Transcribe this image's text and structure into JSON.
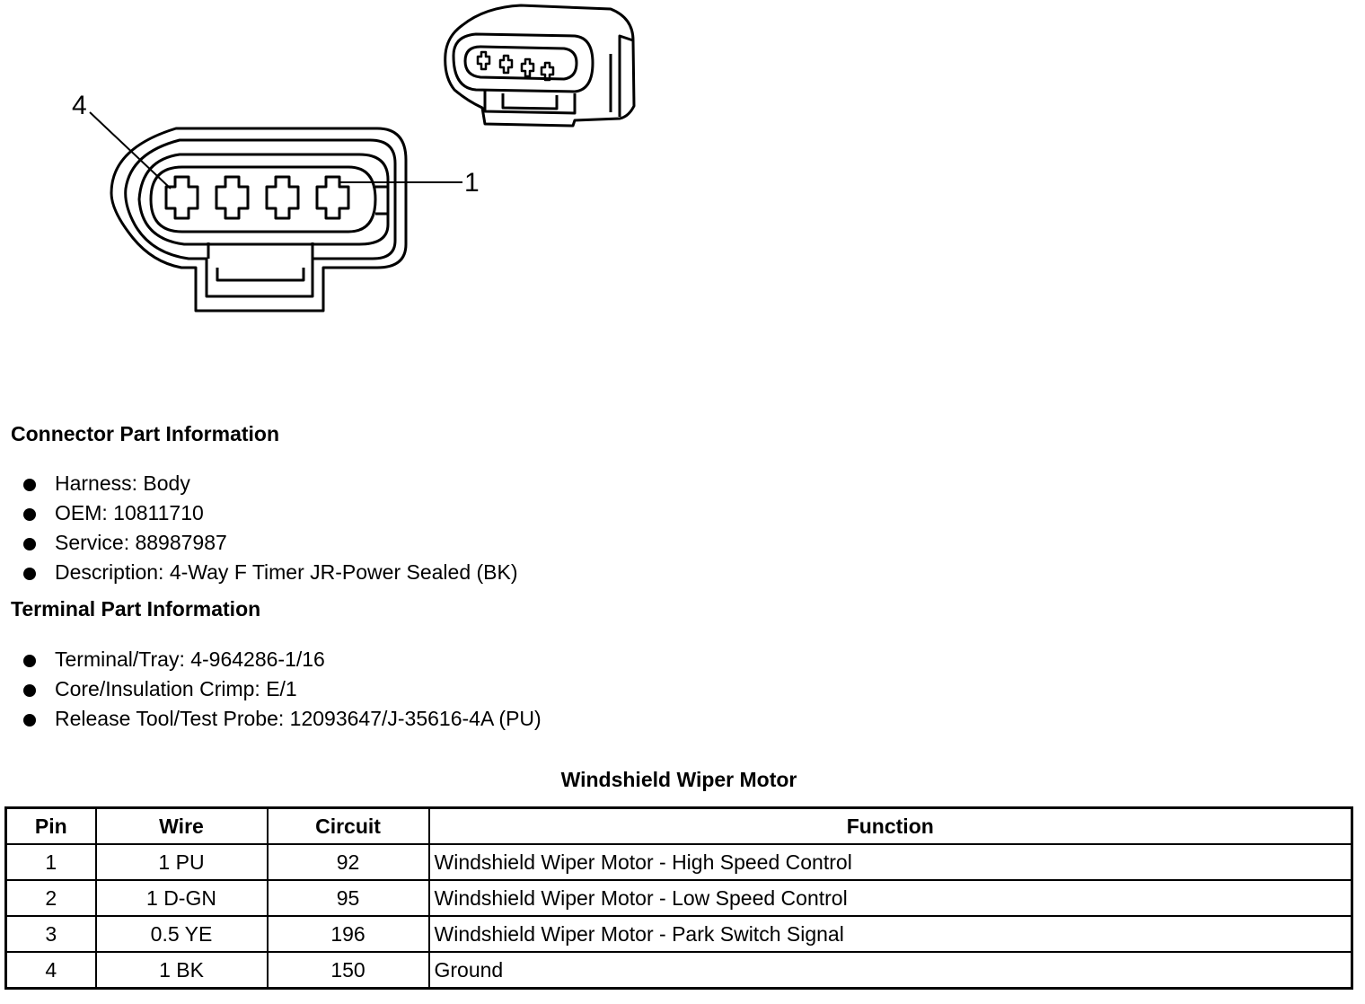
{
  "diagram": {
    "pin_label_left": "4",
    "pin_label_right": "1"
  },
  "connector_part_info": {
    "title": "Connector Part Information",
    "items": [
      "Harness: Body",
      "OEM: 10811710",
      "Service: 88987987",
      "Description: 4-Way F Timer JR-Power Sealed (BK)"
    ]
  },
  "terminal_part_info": {
    "title": "Terminal Part Information",
    "items": [
      "Terminal/Tray: 4-964286-1/16",
      "Core/Insulation Crimp: E/1",
      "Release Tool/Test Probe: 12093647/J-35616-4A (PU)"
    ]
  },
  "table": {
    "title": "Windshield Wiper Motor",
    "headers": [
      "Pin",
      "Wire",
      "Circuit",
      "Function"
    ],
    "rows": [
      [
        "1",
        "1 PU",
        "92",
        "Windshield Wiper Motor - High Speed Control"
      ],
      [
        "2",
        "1 D-GN",
        "95",
        "Windshield Wiper Motor - Low Speed Control"
      ],
      [
        "3",
        "0.5 YE",
        "196",
        "Windshield Wiper Motor - Park Switch Signal"
      ],
      [
        "4",
        "1 BK",
        "150",
        "Ground"
      ]
    ]
  }
}
